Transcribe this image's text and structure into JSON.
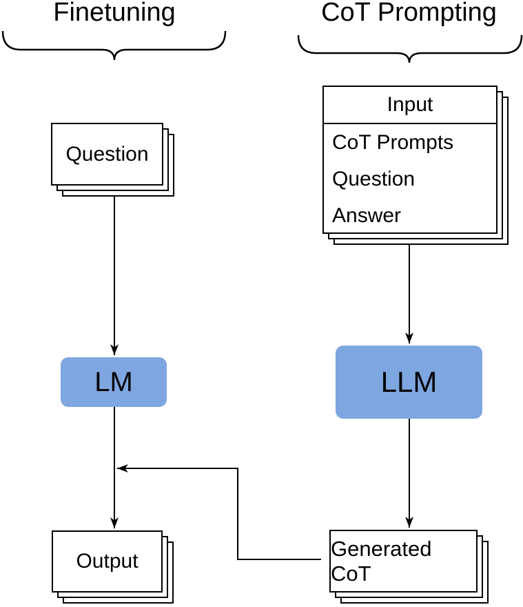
{
  "colors": {
    "node_fill": "#7EA6E0",
    "stroke": "#000000",
    "background": "#FFFFFF"
  },
  "left_flow": {
    "title": "Finetuning",
    "question_card": "Question",
    "model_node": "LM",
    "output_card": "Output"
  },
  "right_flow": {
    "title": "CoT Prompting",
    "input_table": {
      "header": "Input",
      "rows": [
        "CoT Prompts",
        "Question",
        "Answer"
      ]
    },
    "model_node": "LLM",
    "output_card": "Generated CoT"
  }
}
